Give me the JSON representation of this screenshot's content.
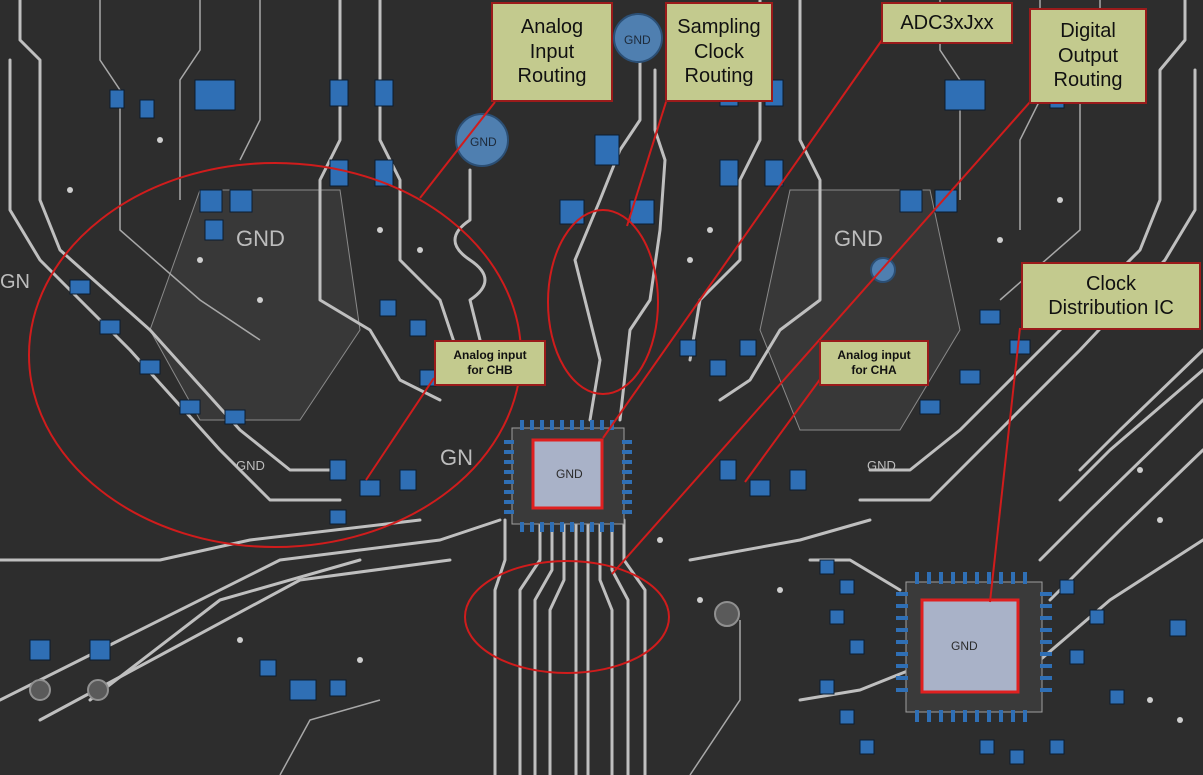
{
  "callouts": {
    "analog_input_routing": "Analog\nInput\nRouting",
    "sampling_clock_routing": "Sampling\nClock\nRouting",
    "adc": "ADC3xJxx",
    "digital_output_routing": "Digital\nOutput\nRouting",
    "clock_distribution_ic": "Clock\nDistribution IC",
    "analog_input_chb": "Analog input\nfor CHB",
    "analog_input_cha": "Analog input\nfor CHA"
  },
  "board_labels": {
    "gnd": "GND",
    "gnd_partial": "GN"
  },
  "colors": {
    "board": "#2d2d2d",
    "trace": "#bfbfbf",
    "pad": "#2f6fb5",
    "callout_fill": "#c3ca8e",
    "callout_border": "#9a1b1b",
    "highlight": "#d01c1c"
  }
}
